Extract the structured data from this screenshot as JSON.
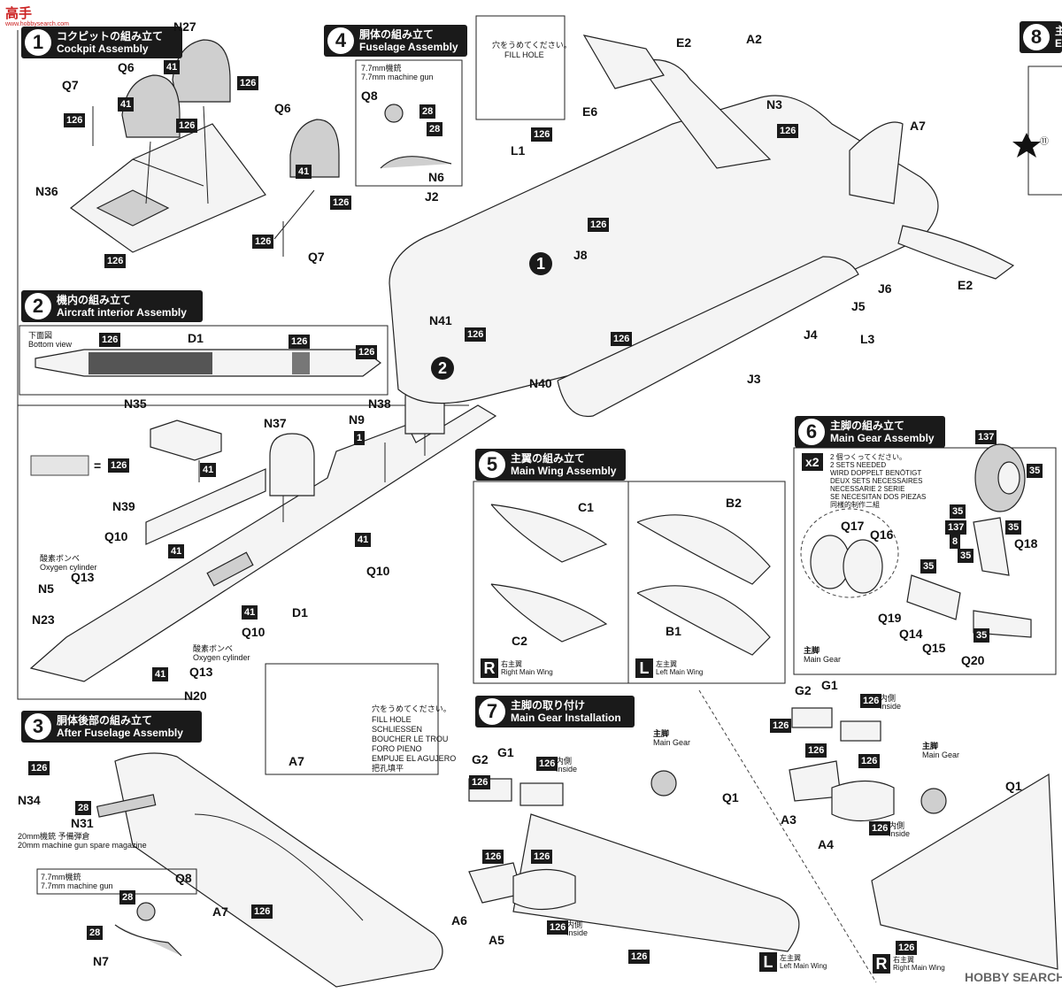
{
  "watermark": {
    "top_left": "高手",
    "top_left_sub": "www.hobbysearch.com",
    "bottom_right": "HOBBY SEARCH"
  },
  "steps": [
    {
      "num": "1",
      "jp": "コクピットの組み立て",
      "en": "Cockpit Assembly"
    },
    {
      "num": "2",
      "jp": "機内の組み立て",
      "en": "Aircraft interior Assembly"
    },
    {
      "num": "3",
      "jp": "胴体後部の組み立て",
      "en": "After Fuselage Assembly"
    },
    {
      "num": "4",
      "jp": "胴体の組み立て",
      "en": "Fuselage Assembly"
    },
    {
      "num": "5",
      "jp": "主翼の組み立て",
      "en": "Main Wing Assembly"
    },
    {
      "num": "6",
      "jp": "主脚の組み立て",
      "en": "Main Gear Assembly"
    },
    {
      "num": "7",
      "jp": "主脚の取り付け",
      "en": "Main Gear Installation"
    },
    {
      "num": "8",
      "jp": "主",
      "en": "E"
    }
  ],
  "colors": {
    "c126": "126",
    "c41": "41",
    "c28": "28",
    "c1": "1",
    "c137": "137",
    "c35": "35",
    "c8": "8"
  },
  "parts": {
    "N27": "N27",
    "Q6": "Q6",
    "Q7": "Q7",
    "N36": "N36",
    "D1": "D1",
    "N35": "N35",
    "N37": "N37",
    "N38": "N38",
    "N9": "N9",
    "N39": "N39",
    "Q10": "Q10",
    "Q13": "Q13",
    "N5": "N5",
    "N23": "N23",
    "N20": "N20",
    "N34": "N34",
    "N31": "N31",
    "A7": "A7",
    "Q8": "Q8",
    "N7": "N7",
    "N6": "N6",
    "E2": "E2",
    "A2": "A2",
    "E6": "E6",
    "L1": "L1",
    "N3": "N3",
    "J2": "J2",
    "J8": "J8",
    "N41": "N41",
    "N40": "N40",
    "J6": "J6",
    "J5": "J5",
    "J4": "J4",
    "L3": "L3",
    "J3": "J3",
    "C1": "C1",
    "C2": "C2",
    "B2": "B2",
    "B1": "B1",
    "Q17": "Q17",
    "Q16": "Q16",
    "Q18": "Q18",
    "Q19": "Q19",
    "Q14": "Q14",
    "Q15": "Q15",
    "Q20": "Q20",
    "G1": "G1",
    "G2": "G2",
    "Q1": "Q1",
    "A6": "A6",
    "A5": "A5",
    "A3": "A3",
    "A4": "A4"
  },
  "notes": {
    "bottom_view_jp": "下面図",
    "bottom_view_en": "Bottom view",
    "mg_jp": "7.7mm機銃",
    "mg_en": "7.7mm machine gun",
    "oxy_jp": "酸素ボンベ",
    "oxy_en": "Oxygen cylinder",
    "mag_jp": "20mm機銃 予備弾倉",
    "mag_en": "20mm machine gun spare magazine",
    "fill_jp": "穴をうめてください。",
    "fill_en": "FILL HOLE",
    "fill_multi": [
      "SCHLIESSEN",
      "BOUCHER LE TROU",
      "FORO PIENO",
      "EMPUJE EL AGUJERO",
      "把孔填平"
    ],
    "x2": "x2",
    "sets": [
      "2 個つくってください。",
      "2 SETS NEEDED",
      "WIRD DOPPELT BENÖTIGT",
      "DEUX SETS NECESSAIRES",
      "NECESSARIE 2 SERIE",
      "SE NECESITAN DOS PIEZAS",
      "同樣的制作二組"
    ],
    "main_gear_jp": "主脚",
    "main_gear_en": "Main Gear",
    "inside_jp": "内側",
    "inside_en": "Inside",
    "right_wing_jp": "右主翼",
    "right_wing_en": "Right Main Wing",
    "left_wing_jp": "左主翼",
    "left_wing_en": "Left Main Wing",
    "R": "R",
    "L": "L",
    "eq": "=",
    "star_num": "⑪"
  }
}
